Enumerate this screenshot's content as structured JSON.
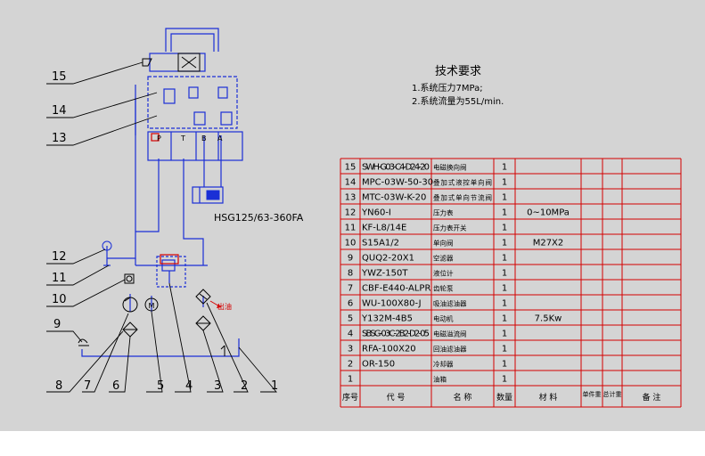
{
  "colors": {
    "background": "#d4d4d4",
    "hydraulic_line": "#1a2fd6",
    "drawing_line": "#000000",
    "table_line": "#d40000",
    "component": "#d40000"
  },
  "callouts": [
    "15",
    "14",
    "13",
    "12",
    "11",
    "10",
    "9",
    "8",
    "7",
    "6",
    "5",
    "4",
    "3",
    "2",
    "1"
  ],
  "valve_ports": [
    "P",
    "T",
    "B",
    "A"
  ],
  "cylinder_label": "HSG125/63-360FA",
  "arrow_label": "出油",
  "tech_requirements": {
    "title": "技术要求",
    "lines": [
      "1.系统压力7MPa;",
      "2.系统流量为55L/min."
    ]
  },
  "parts_table": {
    "header": {
      "seq": "序号",
      "code": "代 号",
      "name": "名 称",
      "qty": "数量",
      "material": "材 料",
      "unit_weight": "单件重",
      "total_weight": "总计重",
      "remark": "备 注"
    },
    "rows": [
      {
        "seq": "15",
        "code": "SWH-G03-C4-D24-20",
        "name": "电磁换向阀",
        "qty": "1",
        "material": ""
      },
      {
        "seq": "14",
        "code": "MPC-03W-50-30",
        "name": "叠加式液控单向阀",
        "qty": "1",
        "material": ""
      },
      {
        "seq": "13",
        "code": "MTC-03W-K-20",
        "name": "叠加式单向节流阀",
        "qty": "1",
        "material": ""
      },
      {
        "seq": "12",
        "code": "YN60-I",
        "name": "压力表",
        "qty": "1",
        "material": "0~10MPa"
      },
      {
        "seq": "11",
        "code": "KF-L8/14E",
        "name": "压力表开关",
        "qty": "1",
        "material": ""
      },
      {
        "seq": "10",
        "code": "S15A1/2",
        "name": "单向阀",
        "qty": "1",
        "material": "M27X2"
      },
      {
        "seq": "9",
        "code": "QUQ2-20X1",
        "name": "空滤器",
        "qty": "1",
        "material": ""
      },
      {
        "seq": "8",
        "code": "YWZ-150T",
        "name": "液位计",
        "qty": "1",
        "material": ""
      },
      {
        "seq": "7",
        "code": "CBF-E440-ALPR",
        "name": "齿轮泵",
        "qty": "1",
        "material": ""
      },
      {
        "seq": "6",
        "code": "WU-100X80-J",
        "name": "吸油滤油器",
        "qty": "1",
        "material": ""
      },
      {
        "seq": "5",
        "code": "Y132M-4B5",
        "name": "电动机",
        "qty": "1",
        "material": "7.5Kw"
      },
      {
        "seq": "4",
        "code": "SBSG-03C-2B2-D2-05",
        "name": "电磁溢流阀",
        "qty": "1",
        "material": ""
      },
      {
        "seq": "3",
        "code": "RFA-100X20",
        "name": "回油滤油器",
        "qty": "1",
        "material": ""
      },
      {
        "seq": "2",
        "code": "OR-150",
        "name": "冷却器",
        "qty": "1",
        "material": ""
      },
      {
        "seq": "1",
        "code": "",
        "name": "油箱",
        "qty": "1",
        "material": ""
      }
    ]
  }
}
